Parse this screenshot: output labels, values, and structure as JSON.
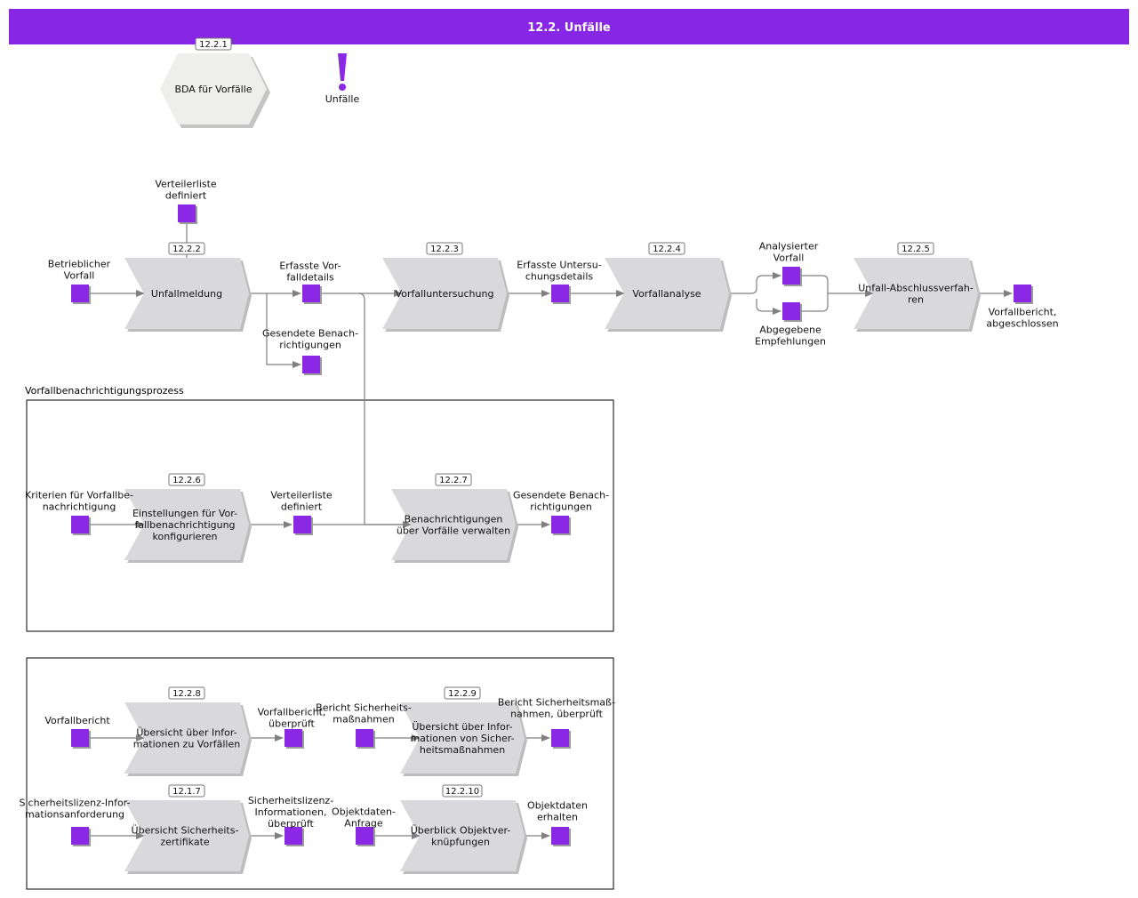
{
  "title": "12.2. Unfälle",
  "colors": {
    "header": "#8727e5",
    "event": "#8a28e6",
    "process_fill": "#d9d9db",
    "process_shadow": "#bdbdbd",
    "hexagon_fill": "#eeeeec",
    "connector": "#808080"
  },
  "overview": {
    "hexagon": {
      "badge": "12.2.1",
      "label": [
        "BDA für Vorfälle"
      ]
    },
    "risk_icon": {
      "icon": "exclamation-icon",
      "label": "Unfälle"
    }
  },
  "main_flow": {
    "processes": [
      {
        "id": "12.2.2",
        "label": [
          "Unfallmeldung"
        ]
      },
      {
        "id": "12.2.3",
        "label": [
          "Vorfalluntersuchung"
        ]
      },
      {
        "id": "12.2.4",
        "label": [
          "Vorfallanalyse"
        ]
      },
      {
        "id": "12.2.5",
        "label": [
          "Unfall-Abschlussverfah-",
          "ren"
        ]
      }
    ],
    "events": [
      {
        "label": [
          "Betrieblicher",
          "Vorfall"
        ]
      },
      {
        "label": [
          "Verteilerliste",
          "definiert"
        ]
      },
      {
        "label": [
          "Erfasste Vor-",
          "falldetails"
        ]
      },
      {
        "label": [
          "Gesendete Benach-",
          "richtigungen"
        ]
      },
      {
        "label": [
          "Erfasste Untersu-",
          "chungsdetails"
        ]
      },
      {
        "label": [
          "Analysierter",
          "Vorfall"
        ]
      },
      {
        "label": [
          "Abgegebene",
          "Empfehlungen"
        ]
      },
      {
        "label": [
          "Vorfallbericht,",
          "abgeschlossen"
        ]
      }
    ]
  },
  "notification_group": {
    "title": "Vorfallbenachrichtigungsprozess",
    "processes": [
      {
        "id": "12.2.6",
        "label": [
          "Einstellungen für Vor-",
          "fallbenachrichtigung",
          "konfigurieren"
        ]
      },
      {
        "id": "12.2.7",
        "label": [
          "Benachrichtigungen",
          "über Vorfälle verwalten"
        ]
      }
    ],
    "events": [
      {
        "label": [
          "Kriterien für Vorfallbe-",
          "nachrichtigung"
        ]
      },
      {
        "label": [
          "Verteilerliste",
          "definiert"
        ]
      },
      {
        "label": [
          "Gesendete Benach-",
          "richtigungen"
        ]
      }
    ]
  },
  "reports_group": {
    "processes": [
      {
        "id": "12.2.8",
        "label": [
          "Übersicht über Infor-",
          "mationen zu Vorfällen"
        ]
      },
      {
        "id": "12.2.9",
        "label": [
          "Übersicht über Infor-",
          "mationen von Sicher-",
          "heitsmaßnahmen"
        ]
      },
      {
        "id": "12.1.7",
        "label": [
          "Übersicht Sicherheits-",
          "zertifikate"
        ]
      },
      {
        "id": "12.2.10",
        "label": [
          "Überblick Objektver-",
          "knüpfungen"
        ]
      }
    ],
    "events": [
      {
        "label": [
          "Vorfallbericht"
        ]
      },
      {
        "label": [
          "Vorfallbericht,",
          "überprüft"
        ]
      },
      {
        "label": [
          "Bericht Sicherheits-",
          "maßnahmen"
        ]
      },
      {
        "label": [
          "Bericht Sicherheitsmaß-",
          "nahmen, überprüft"
        ]
      },
      {
        "label": [
          "Sicherheitslizenz-Infor-",
          "mationsanforderung"
        ]
      },
      {
        "label": [
          "Sicherheitslizenz-",
          "Informationen,",
          "überprüft"
        ]
      },
      {
        "label": [
          "Objektdaten-",
          "Anfrage"
        ]
      },
      {
        "label": [
          "Objektdaten",
          "erhalten"
        ]
      }
    ]
  }
}
